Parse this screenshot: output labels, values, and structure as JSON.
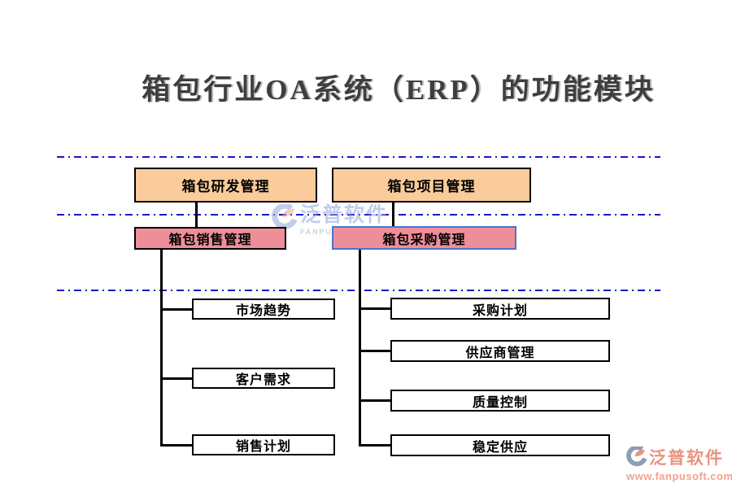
{
  "title": "箱包行业OA系统（ERP）的功能模块",
  "watermark": {
    "brand": "泛普软件",
    "subtitle": "FANPU SOFTWARE"
  },
  "footer_logo": {
    "brand": "泛普软件",
    "url": "www.fanpusoft.com"
  },
  "colors": {
    "orange_fill": "#FACB9B",
    "pink_fill": "#EE8E99",
    "pink_left_border": "#000000",
    "pink_right_border": "#4B75C9",
    "divider_blue": "#1518C8",
    "connector_black": "#000000",
    "title_text": "#3E3E3E",
    "logo_salmon": "#E8937E",
    "logo_grayblue": "#8D9DB5"
  },
  "tree": {
    "left": {
      "root": {
        "label": "箱包研发管理"
      },
      "mid": {
        "label": "箱包销售管理"
      },
      "children": [
        "市场趋势",
        "客户需求",
        "销售计划"
      ]
    },
    "right": {
      "root": {
        "label": "箱包项目管理"
      },
      "mid": {
        "label": "箱包采购管理"
      },
      "children": [
        "采购计划",
        "供应商管理",
        "质量控制",
        "稳定供应"
      ]
    }
  }
}
